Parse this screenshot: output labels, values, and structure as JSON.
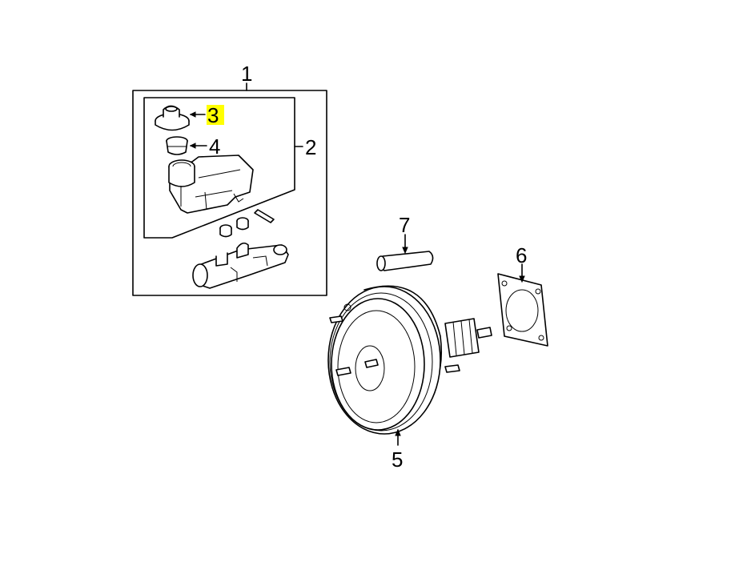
{
  "callouts": {
    "c1": "1",
    "c2": "2",
    "c3": "3",
    "c4": "4",
    "c5": "5",
    "c6": "6",
    "c7": "7"
  },
  "highlight": {
    "callout": "3",
    "color": "#ffff00"
  },
  "colors": {
    "ink": "#000000",
    "background": "#ffffff"
  }
}
